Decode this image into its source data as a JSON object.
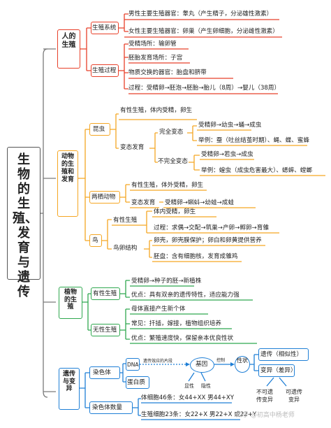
{
  "title": "生物的生殖、发育与遗传",
  "s1": {
    "title": "人的生殖",
    "sys_label": "生殖系统",
    "male": "男性主要生殖器官：睾丸（产生精子，分泌雄性激素）",
    "female": "女性主要生殖器官：卵巢（产生卵细胞，分泌雌性激素）",
    "proc_label": "生殖过程",
    "fert": "受精场所：输卵管",
    "embryo": "胚胎发育场所：子宫",
    "exchange": "物质交换的器官：胎盘和脐带",
    "process": "过程：受精卵→胚泡→胚胎→胎儿（8周）→婴儿（38周）"
  },
  "s2": {
    "title": "动物的生殖和发育",
    "insect_label": "昆虫",
    "insect_sex": "有性生殖，体内受精，卵生",
    "meta_label": "变态发育",
    "complete_label": "完全变态",
    "complete_seq": "受精卵→幼虫→蛹→成虫",
    "complete_ex": "举例：蚕（吐丝结茧时期）、蝇、蝶、蜜蜂",
    "incomplete_label": "不完全变态",
    "incomplete_seq": "受精卵→若虫→成虫",
    "incomplete_ex": "举例：蝗虫（成虫危害最大）、蟋蟀、螳螂",
    "amph_label": "两栖动物",
    "amph_sex": "有性生殖，体外受精，卵生",
    "amph_meta_label": "变态发育",
    "amph_seq": "受精卵→蝌蚪→幼蛙→成蛙",
    "bird_label": "鸟",
    "bird_sex_label": "有性生殖",
    "bird_fert": "体内受精，卵生",
    "bird_proc": "过程：求偶→交配→筑巢→产卵→孵卵→育雏",
    "egg_label": "鸟卵结构",
    "egg1": "卵壳，卵壳膜保护；卵白和卵黄提供营养",
    "egg2": "胚盘：含有细胞核，发育成雏鸡"
  },
  "s3": {
    "title": "植物的生殖",
    "sex_label": "有性生殖",
    "sex1": "受精卵→种子的胚→新植株",
    "sex2": "优点：具有双亲的遗传特性，适应能力强",
    "asex_label": "无性生殖",
    "asex1": "母体直接产生新个体",
    "asex2": "常见：扦插，嫁接，植物组织培养",
    "asex3": "优点：繁殖速度快，保留亲本优良性状"
  },
  "s4": {
    "title": "遗传与变异",
    "chromo_label": "染色体",
    "dna": "DNA",
    "dna_note": "遗传效应的片段",
    "gene": "基因",
    "control": "控制",
    "trait": "性状",
    "heredity": "遗传（相似性）",
    "variation": "变异（差异）",
    "dominant": "显性",
    "recessive": "隐性",
    "protein": "蛋白质",
    "non_heritable": "不可遗传变异",
    "heritable": "可遗传变异",
    "count_label": "染色体数量",
    "body_cells": "体细胞46条：女44+XX 男44+XY",
    "germ_cells": "生殖细胞23条：女22+X 男22+X 或22+Y"
  },
  "footer": "知乎 @初高中杨老师",
  "colors": {
    "red": "#e8402a",
    "orange": "#f5a623",
    "green": "#2fa84f",
    "blue": "#1f7fd6"
  }
}
